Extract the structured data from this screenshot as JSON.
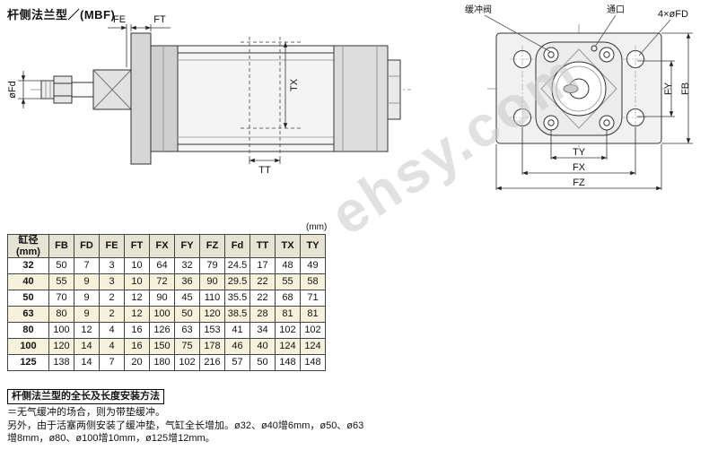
{
  "page": {
    "title": "杆侧法兰型／(MBF)",
    "watermark": "ehsy.com"
  },
  "drawing_left": {
    "fe": "FE",
    "ft": "FT",
    "ofd": "øFd",
    "tx": "TX",
    "tt": "TT"
  },
  "drawing_right": {
    "cushion_valve": "缓冲阀",
    "port": "通口",
    "holes": "4×øFD",
    "fy": "FY",
    "fb": "FB",
    "ty": "TY",
    "fx": "FX",
    "fz": "FZ"
  },
  "table": {
    "unit": "(mm)",
    "bore_header_line1": "缸径",
    "bore_header_line2": "(mm)",
    "dim_headers": [
      "FB",
      "FD",
      "FE",
      "FT",
      "FX",
      "FY",
      "FZ",
      "Fd",
      "TT",
      "TX",
      "TY"
    ],
    "rows": [
      [
        "32",
        "50",
        "7",
        "3",
        "10",
        "64",
        "32",
        "79",
        "24.5",
        "17",
        "48",
        "49"
      ],
      [
        "40",
        "55",
        "9",
        "3",
        "10",
        "72",
        "36",
        "90",
        "29.5",
        "22",
        "55",
        "58"
      ],
      [
        "50",
        "70",
        "9",
        "2",
        "12",
        "90",
        "45",
        "110",
        "35.5",
        "22",
        "68",
        "71"
      ],
      [
        "63",
        "80",
        "9",
        "2",
        "12",
        "100",
        "50",
        "120",
        "38.5",
        "28",
        "81",
        "81"
      ],
      [
        "80",
        "100",
        "12",
        "4",
        "16",
        "126",
        "63",
        "153",
        "41",
        "34",
        "102",
        "102"
      ],
      [
        "100",
        "120",
        "14",
        "4",
        "16",
        "150",
        "75",
        "178",
        "46",
        "40",
        "124",
        "124"
      ],
      [
        "125",
        "138",
        "14",
        "7",
        "20",
        "180",
        "102",
        "216",
        "57",
        "50",
        "148",
        "148"
      ]
    ]
  },
  "notes": {
    "title": "杆侧法兰型的全长及长度安装方法",
    "line1": "＝无气缓冲的场合，则为带垫缓冲。",
    "line2": "另外，由于活塞两侧安装了缓冲垫，气缸全长增加。ø32、ø40增6mm，ø50、ø63",
    "line3": "增8mm，ø80、ø100增10mm，ø125增12mm。"
  }
}
